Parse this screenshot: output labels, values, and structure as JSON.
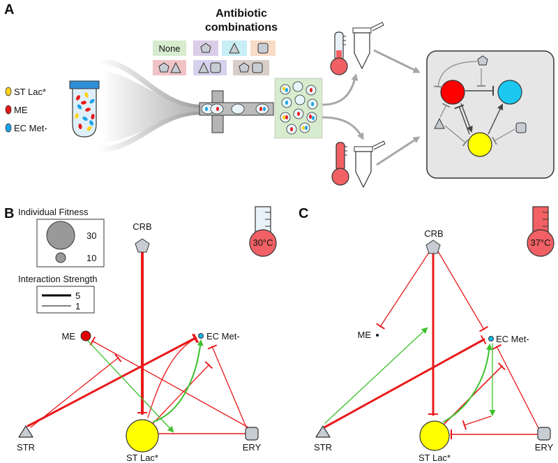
{
  "panels": {
    "a": "A",
    "b": "B",
    "c": "C"
  },
  "panel_a": {
    "title_line1": "Antibiotic",
    "title_line2": "combinations",
    "combo_none": "None",
    "strains": [
      "ST Lac*",
      "ME",
      "EC Met-"
    ]
  },
  "legend": {
    "fitness_title": "Individual Fitness",
    "fitness_large": "30",
    "fitness_small": "10",
    "strength_title": "Interaction Strength",
    "strength_thick": "5",
    "strength_thin": "1"
  },
  "panel_b": {
    "temperature": "30°C",
    "nodes": {
      "crb": "CRB",
      "me": "ME",
      "ec": "EC Met-",
      "str": "STR",
      "st": "ST Lac*",
      "ery": "ERY"
    }
  },
  "panel_c": {
    "temperature": "37°C",
    "nodes": {
      "crb": "CRB",
      "me": "ME",
      "ec": "EC Met-",
      "str": "STR",
      "st": "ST Lac*",
      "ery": "ERY"
    }
  },
  "colors": {
    "inhibition": "#e8191b",
    "promotion": "#3cc02b",
    "me": "#e00000",
    "ec": "#14b4e8",
    "st": "#ffff00",
    "antibiotic_fill": "#c7cdd2",
    "thermo_red": "#f06064"
  }
}
